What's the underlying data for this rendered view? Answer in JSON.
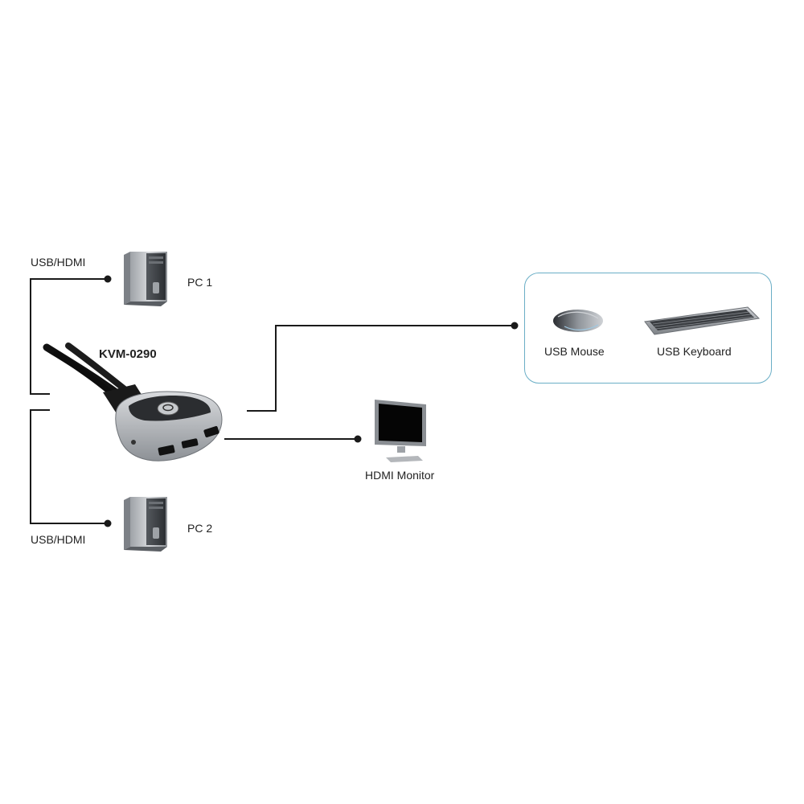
{
  "product": {
    "model": "KVM-0290"
  },
  "pc1": {
    "name": "PC 1",
    "cable_label": "USB/HDMI"
  },
  "pc2": {
    "name": "PC 2",
    "cable_label": "USB/HDMI"
  },
  "peripherals": {
    "mouse_label": "USB Mouse",
    "keyboard_label": "USB Keyboard"
  },
  "monitor": {
    "label": "HDMI Monitor"
  },
  "colors": {
    "line": "#1a1a1a",
    "box_border": "#6aaec6",
    "device_silver": "#b9bcc0",
    "device_dark": "#1d1d1f"
  },
  "icons": {
    "pc": "pc-tower-icon",
    "monitor": "monitor-icon",
    "mouse": "mouse-icon",
    "keyboard": "keyboard-icon",
    "kvm": "kvm-switch-icon"
  }
}
